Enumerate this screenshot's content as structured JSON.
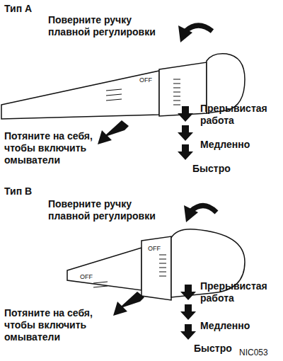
{
  "diagram": {
    "labels": [
      "Тип А",
      "Поверните ручку плавной регулировки",
      "OFF",
      "Прерывистая работа",
      "Потяните на себя, чтобы включить омыватели",
      "Медленно",
      "Быстро",
      "Тип В",
      "Поверните ручку плавной регулировки",
      "OFF",
      "OFF",
      "Прерывистая работа",
      "Потяните на себя, чтобы включить омыватели",
      "Медленно",
      "Быстро",
      "NIC053"
    ]
  }
}
